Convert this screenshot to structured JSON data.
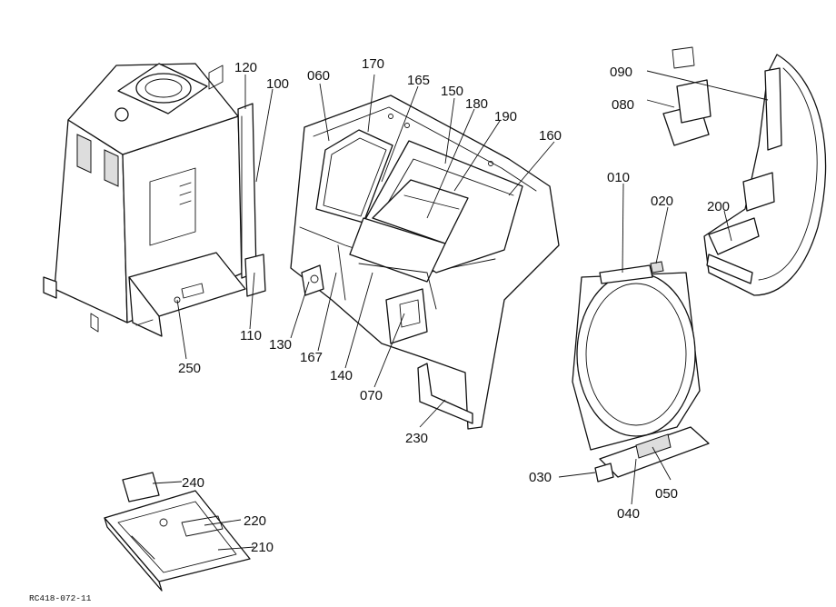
{
  "callouts": {
    "p010": "010",
    "p020": "020",
    "p030": "030",
    "p040": "040",
    "p050": "050",
    "p060": "060",
    "p070": "070",
    "p080": "080",
    "p090": "090",
    "p100": "100",
    "p110": "110",
    "p120": "120",
    "p130": "130",
    "p140": "140",
    "p150": "150",
    "p160": "160",
    "p165": "165",
    "p167": "167",
    "p170": "170",
    "p180": "180",
    "p190": "190",
    "p200": "200",
    "p210": "210",
    "p220": "220",
    "p230": "230",
    "p240": "240",
    "p250": "250"
  },
  "drawing_code": "RC418-072-11"
}
